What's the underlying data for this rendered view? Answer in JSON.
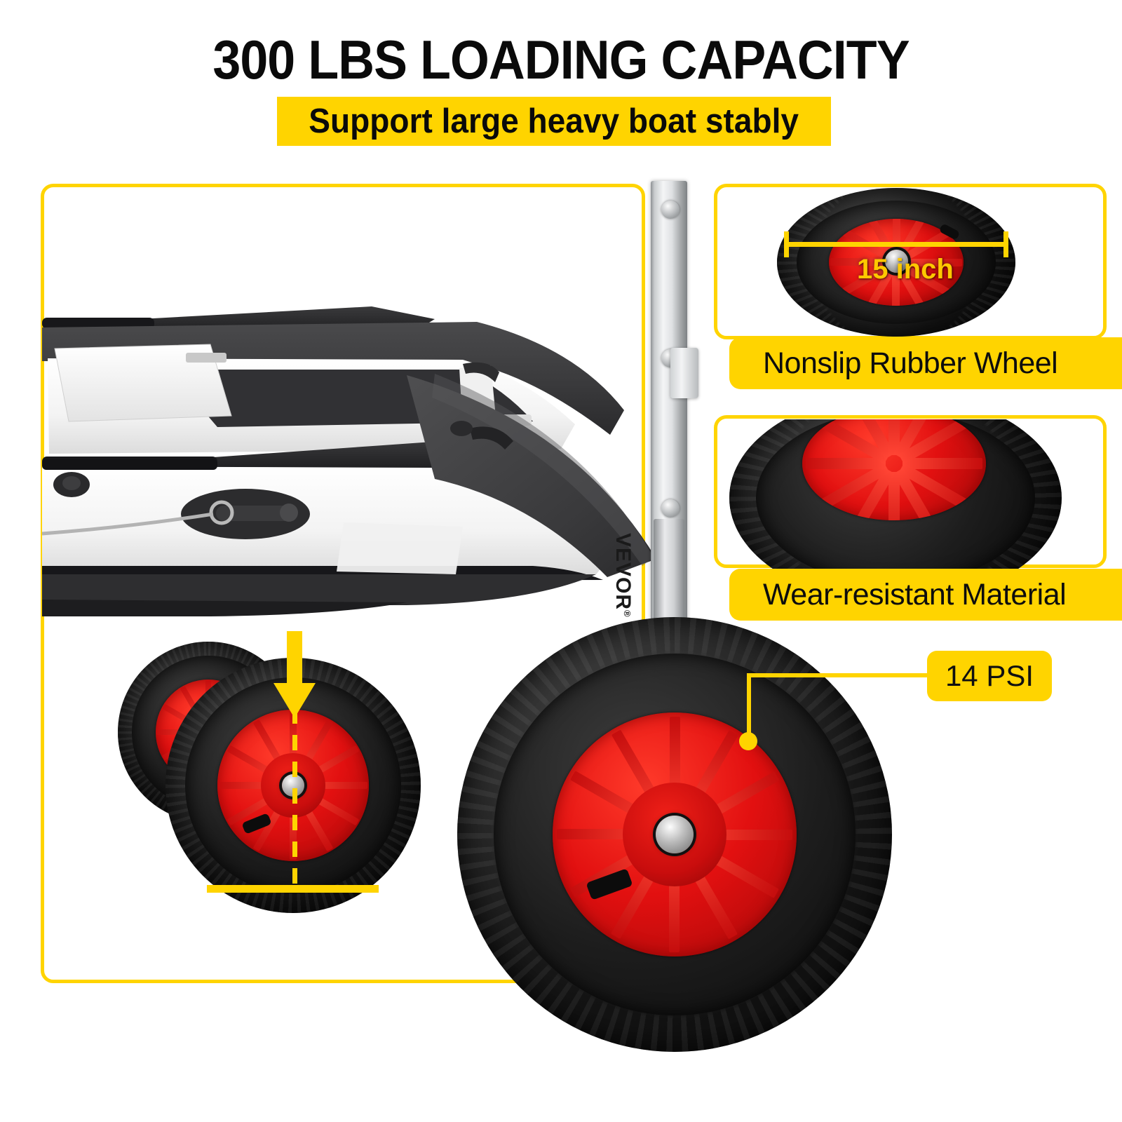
{
  "header": {
    "headline": "300 LBS LOADING CAPACITY",
    "subtitle": "Support large heavy boat stably"
  },
  "colors": {
    "accent_yellow": "#FFD400",
    "wheel_red": "#E21010",
    "tire_black": "#141414",
    "text_black": "#0A0A0A",
    "pole_silver": "#D6D8DA"
  },
  "main_panel": {
    "name": "boat-with-launching-dolly-photo",
    "annotations": {
      "load_arrow": "downward-load-arrow",
      "center_line": "wheel-center-dashed-line",
      "ground_line": "ground-contact-line"
    }
  },
  "brand": {
    "logo_text": "VEVOR",
    "trademark": "®"
  },
  "callouts": [
    {
      "id": "nonslip-rubber-wheel",
      "label": "Nonslip Rubber Wheel",
      "dimension_label": "15 inch"
    },
    {
      "id": "wear-resistant-material",
      "label": "Wear-resistant Material"
    }
  ],
  "badges": [
    {
      "id": "tire-pressure",
      "label": "14 PSI"
    }
  ]
}
